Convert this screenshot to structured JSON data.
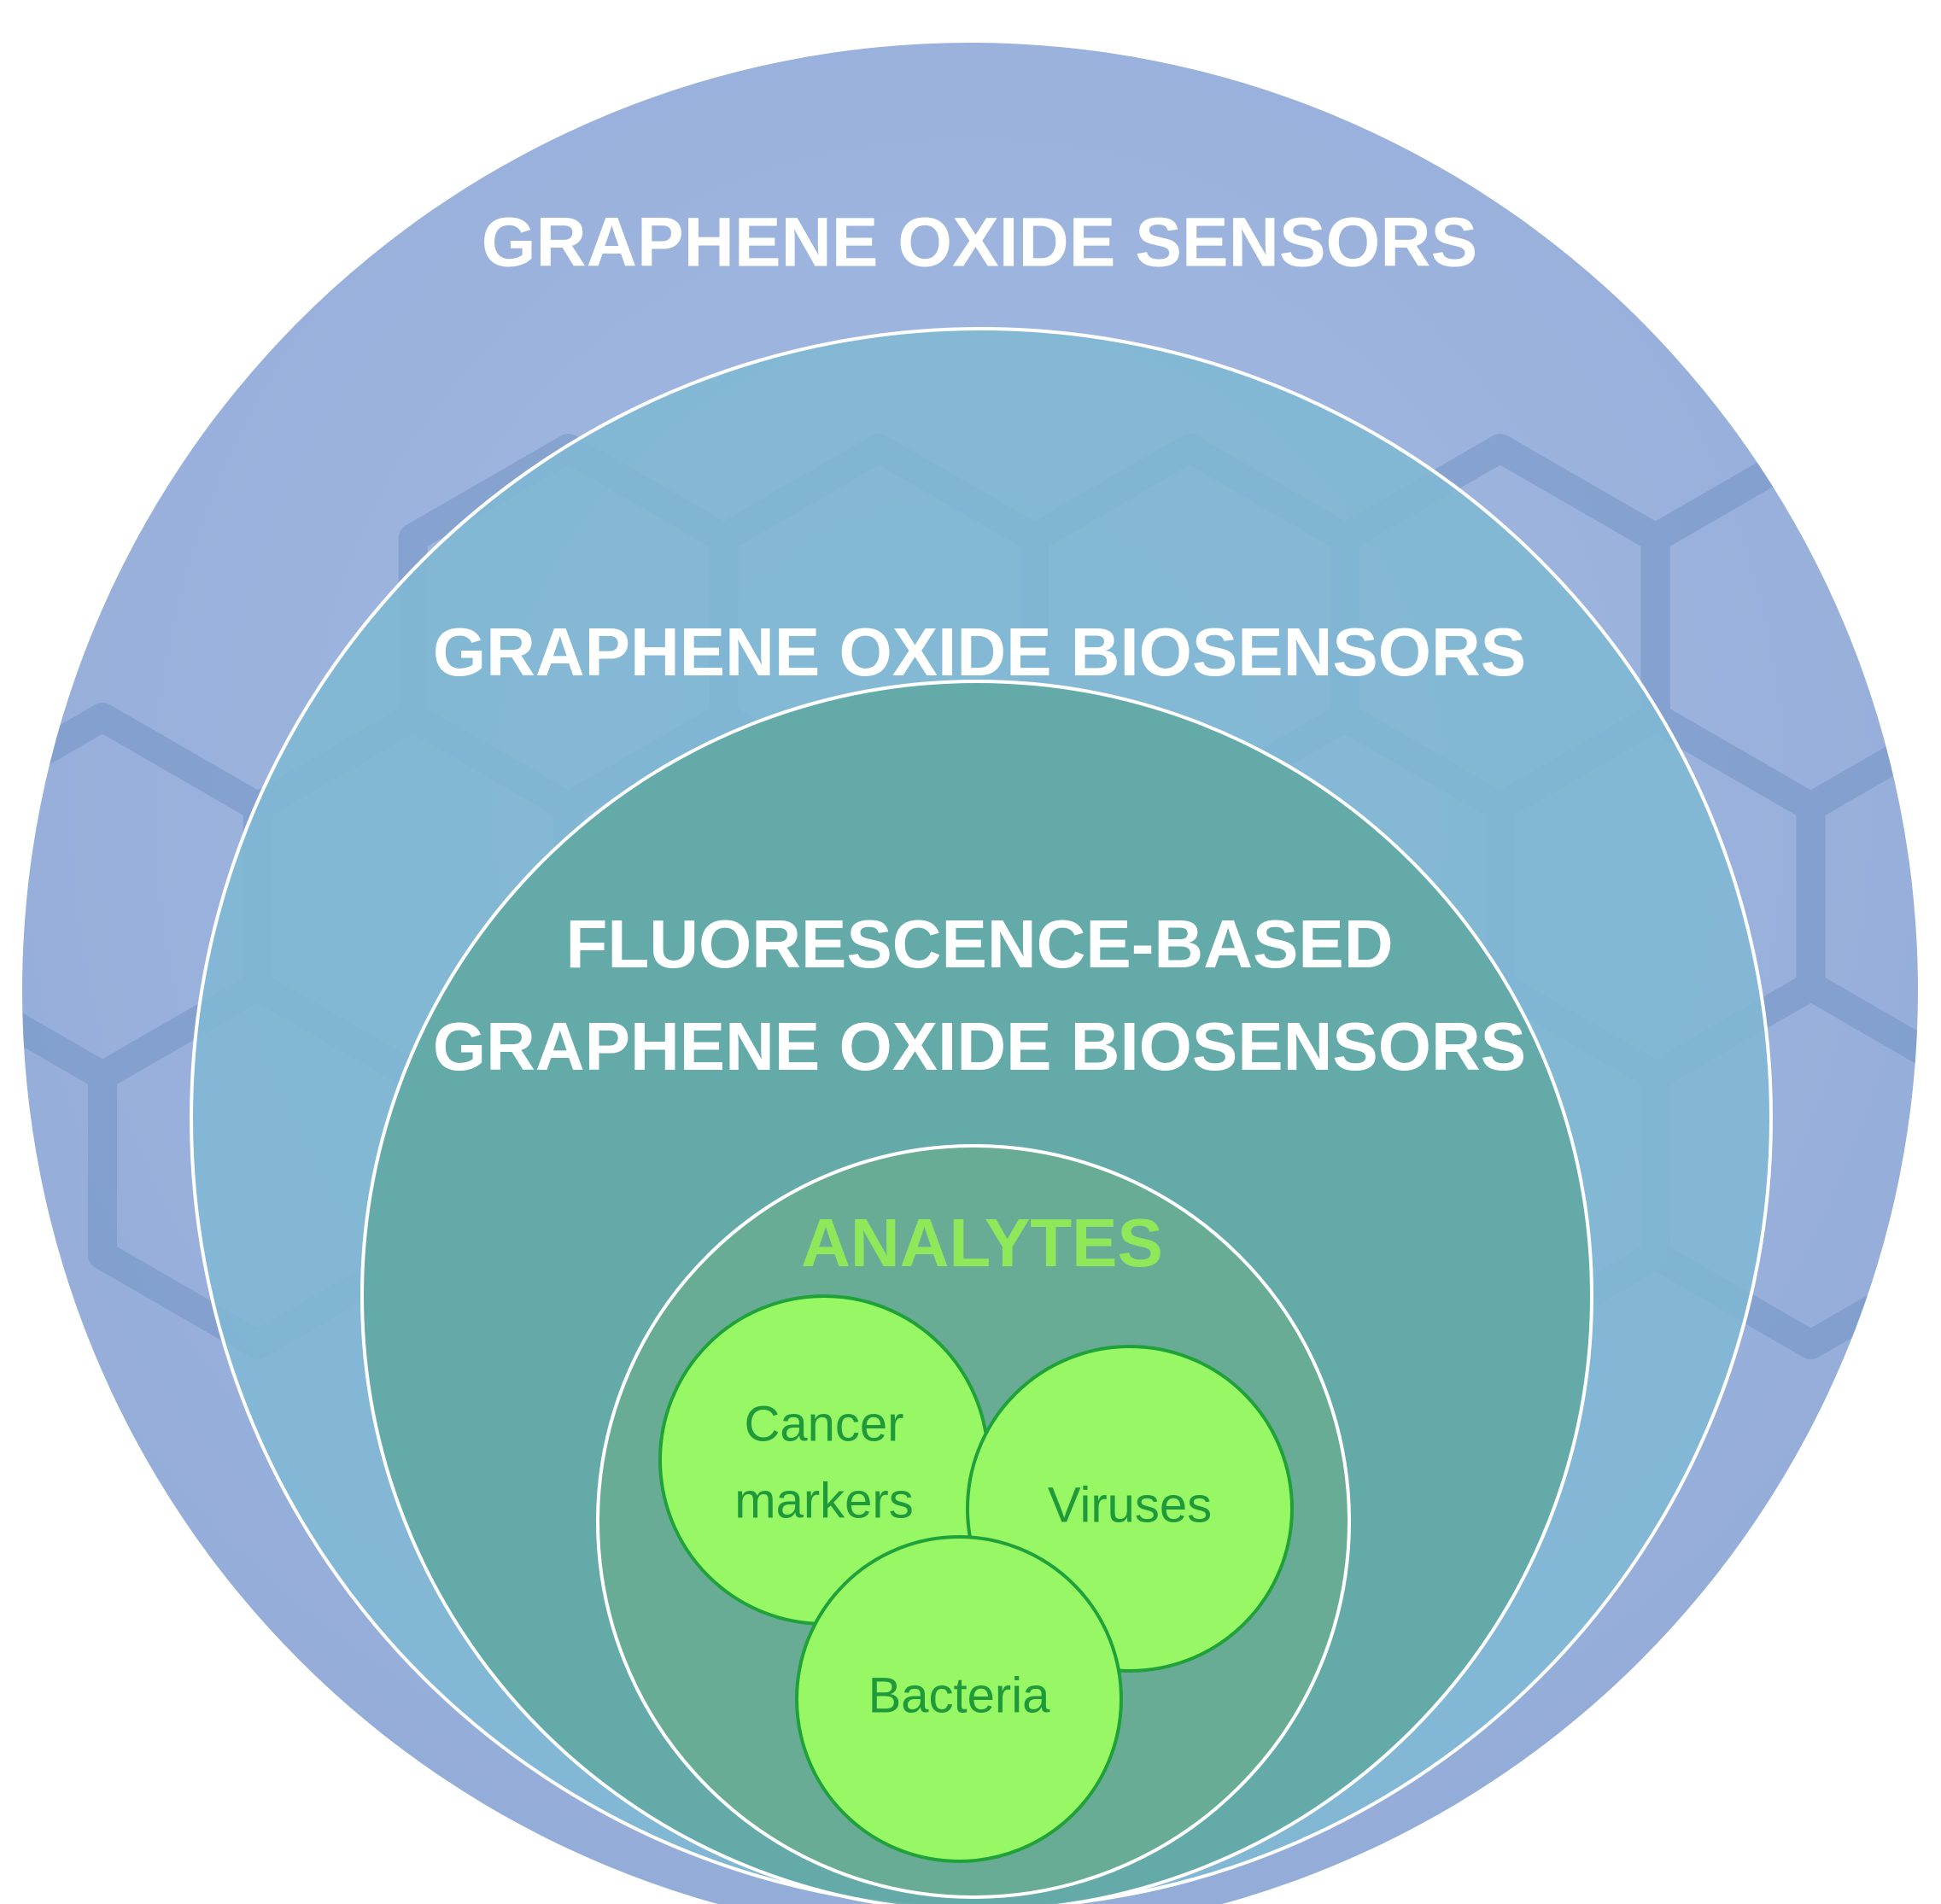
{
  "levels": {
    "sensors": {
      "label": "GRAPHENE OXIDE SENSORS",
      "color": "#9bb2dc"
    },
    "biosensors": {
      "label": "GRAPHENE OXIDE BIOSENSORS",
      "color": "#7fb8d4"
    },
    "fluorescence": {
      "line1": "FLUORESCENCE-BASED",
      "line2": "GRAPHENE OXIDE BIOSENSORS",
      "color": "#5fa9a3"
    },
    "analytes": {
      "label": "ANALYTES",
      "color": "#69ac94",
      "text_color": "#8fe85a"
    }
  },
  "analyte_items": {
    "cancer": {
      "line1": "Cancer",
      "line2": "markers"
    },
    "viruses": {
      "label": "Viruses"
    },
    "bacteria": {
      "label": "Bacteria"
    }
  },
  "colors": {
    "ring_stroke": "#ffffff",
    "analyte_fill": "#98f764",
    "analyte_stroke": "#1fa23a",
    "analyte_text": "#1f9a3a",
    "hexagon": "#5f84b8"
  }
}
